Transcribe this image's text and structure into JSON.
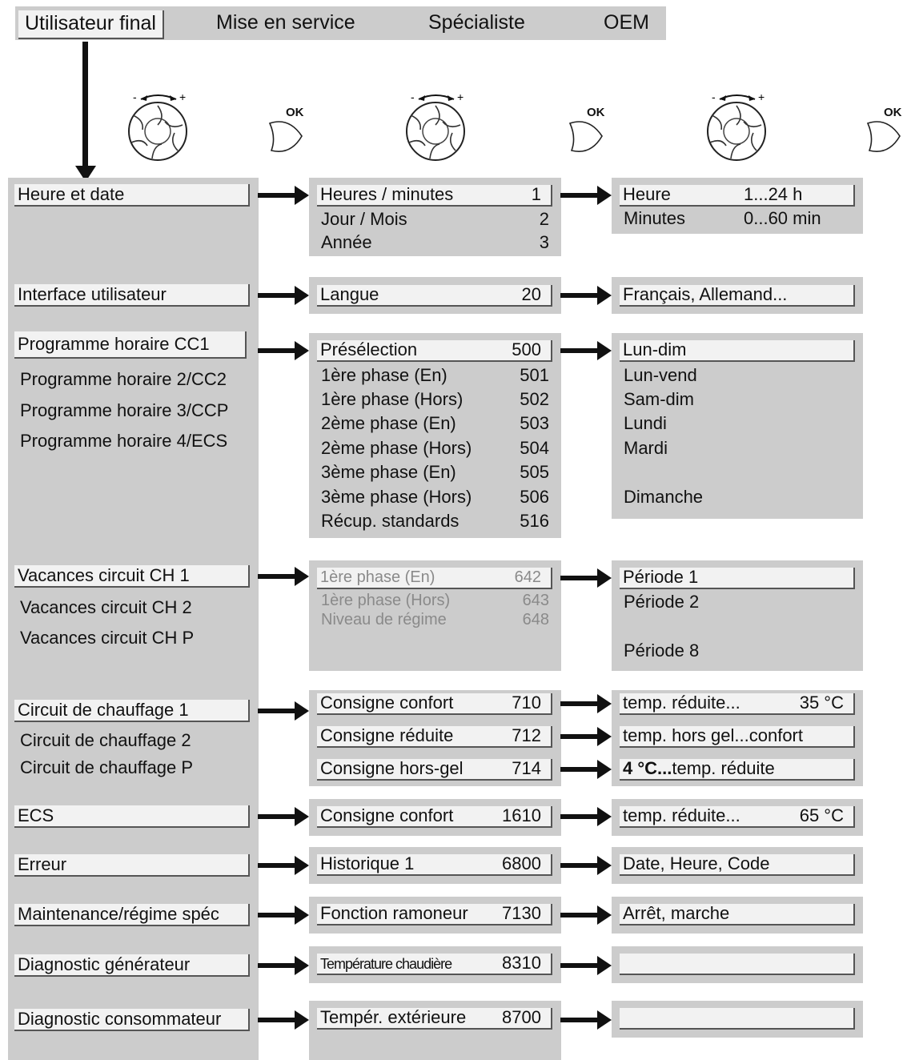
{
  "tabs": [
    "Utilisateur final",
    "Mise en service",
    "Spécialiste",
    "OEM"
  ],
  "controls": {
    "knob_icon": "rotary-knob-icon",
    "ok_label": "OK",
    "minus": "-",
    "plus": "+"
  },
  "menu": {
    "heure_date": "Heure et date",
    "interface": "Interface utilisateur",
    "prog1": "Programme horaire CC1",
    "prog2": "Programme horaire 2/CC2",
    "prog3": "Programme horaire 3/CCP",
    "prog4": "Programme horaire 4/ECS",
    "vac1": "Vacances circuit CH 1",
    "vac2": "Vacances circuit CH 2",
    "vacp": "Vacances circuit CH P",
    "cc1": "Circuit de chauffage 1",
    "cc2": "Circuit de chauffage 2",
    "ccp": "Circuit de chauffage P",
    "ecs": "ECS",
    "erreur": "Erreur",
    "maint": "Maintenance/régime spéc",
    "diaggen": "Diagnostic générateur",
    "diagcons": "Diagnostic consommateur"
  },
  "params": {
    "g1": [
      {
        "label": "Heures / minutes",
        "num": "1"
      },
      {
        "label": "Jour / Mois",
        "num": "2"
      },
      {
        "label": "Année",
        "num": "3"
      }
    ],
    "langue": {
      "label": "Langue",
      "num": "20"
    },
    "g3": [
      {
        "label": "Présélection",
        "num": "500"
      },
      {
        "label": "1ère phase (En)",
        "num": "501"
      },
      {
        "label": "1ère phase (Hors)",
        "num": "502"
      },
      {
        "label": "2ème phase (En)",
        "num": "503"
      },
      {
        "label": "2ème phase (Hors)",
        "num": "504"
      },
      {
        "label": "3ème phase (En)",
        "num": "505"
      },
      {
        "label": "3ème phase (Hors)",
        "num": "506"
      },
      {
        "label": "Récup. standards",
        "num": "516"
      }
    ],
    "g4": [
      {
        "label": "1ère phase (En)",
        "num": "642"
      },
      {
        "label": "1ère phase (Hors)",
        "num": "643"
      },
      {
        "label": "Niveau de régime",
        "num": "648"
      }
    ],
    "cc": [
      {
        "label": "Consigne confort",
        "num": "710"
      },
      {
        "label": "Consigne réduite",
        "num": "712"
      },
      {
        "label": "Consigne hors-gel",
        "num": "714"
      }
    ],
    "ecs": {
      "label": "Consigne confort",
      "num": "1610"
    },
    "hist": {
      "label": "Historique 1",
      "num": "6800"
    },
    "ramoneur": {
      "label": "Fonction ramoneur",
      "num": "7130"
    },
    "tempchaud": {
      "label": "Température chaudière",
      "num": "8310"
    },
    "tempext": {
      "label": "Tempér. extérieure",
      "num": "8700"
    }
  },
  "values": {
    "heure": {
      "label": "Heure",
      "range": "1...24 h"
    },
    "minutes": {
      "label": "Minutes",
      "range": "0...60 min"
    },
    "langues": "Français, Allemand...",
    "jours": [
      "Lun-dim",
      "Lun-vend",
      "Sam-dim",
      "Lundi",
      "Mardi",
      "Dimanche"
    ],
    "periodes": [
      "Période 1",
      "Période 2",
      "Période 8"
    ],
    "confort": {
      "label": "temp. réduite...",
      "val": "35 °C"
    },
    "reduite": "temp. hors gel...confort",
    "horsgel_bold": "4 °C...",
    "horsgel_rest": "temp. réduite",
    "ecs": {
      "label": "temp. réduite...",
      "val": "65 °C"
    },
    "erreur": "Date, Heure, Code",
    "ramoneur": "Arrêt, marche",
    "empty1": "",
    "empty2": ""
  }
}
